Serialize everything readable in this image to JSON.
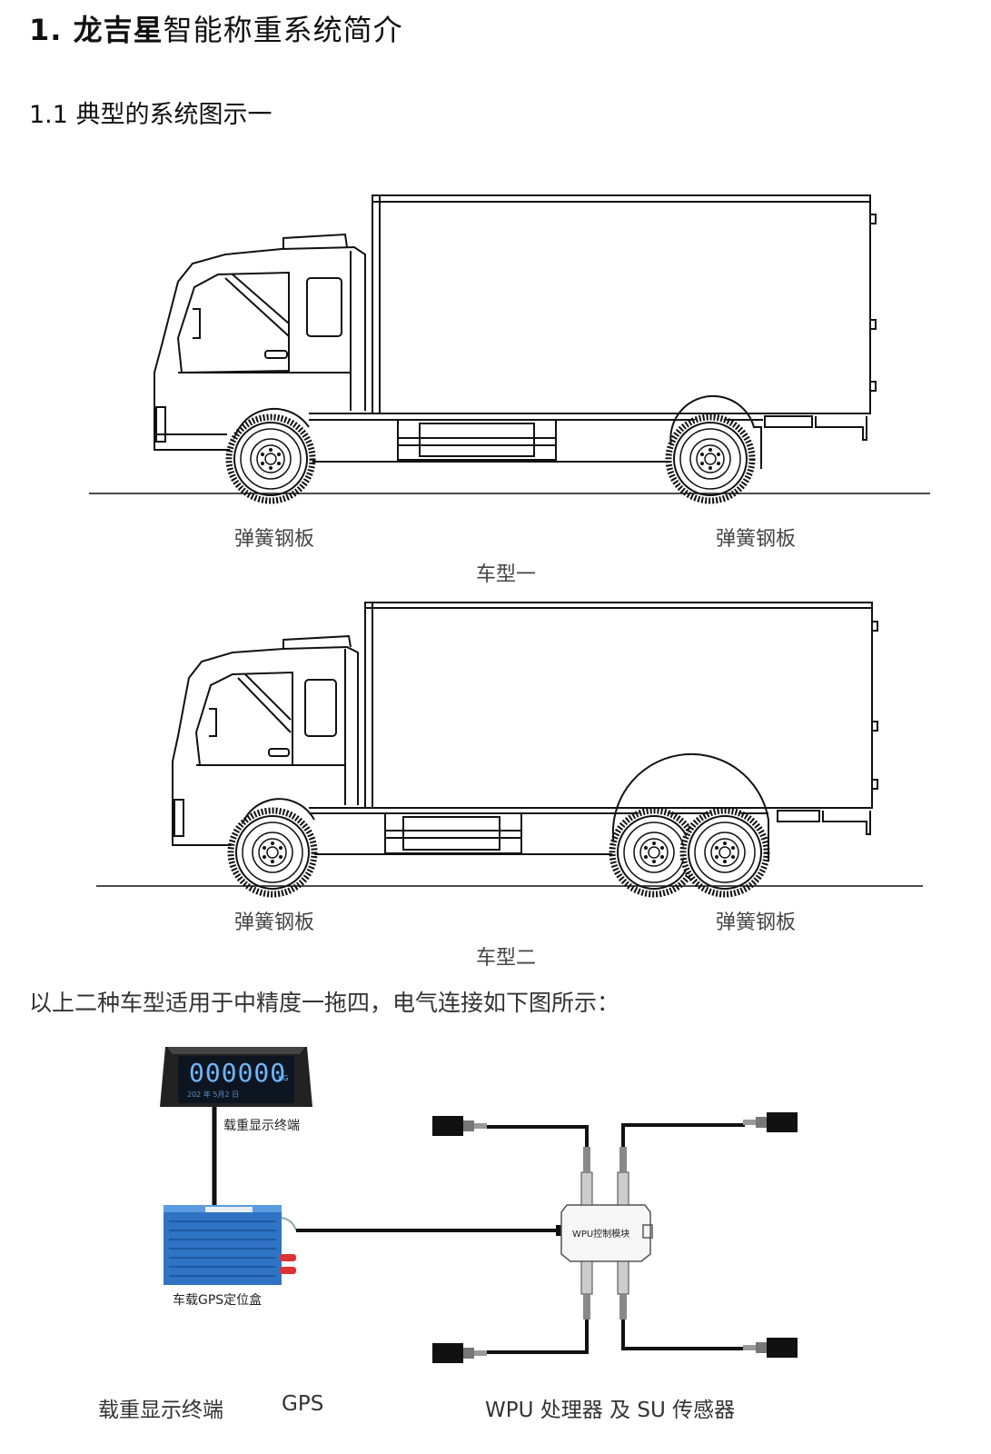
{
  "heading": {
    "num": "1. ",
    "brand": "龙吉星",
    "rest": "智能称重系统简介"
  },
  "subheading": "1.1 典型的系统图示一",
  "truck1": {
    "label_left": "弹簧钢板",
    "label_right": "弹簧钢板",
    "caption": "车型一"
  },
  "truck2": {
    "label_left": "弹簧钢板",
    "label_right": "弹簧钢板",
    "caption": "车型二"
  },
  "paragraph": "以上二种车型适用于中精度一拖四，电气连接如下图所示：",
  "diagram": {
    "display_value": "000000",
    "display_unit": "KG",
    "display_sub": "202 年 5月2 日",
    "display_label": "载重显示终端",
    "gps_label": "车载GPS定位盒",
    "wpu_label": "WPU控制模块"
  },
  "footer": {
    "left": "载重显示终端",
    "mid": "GPS",
    "right": "WPU 处理器  及  SU 传感器"
  }
}
